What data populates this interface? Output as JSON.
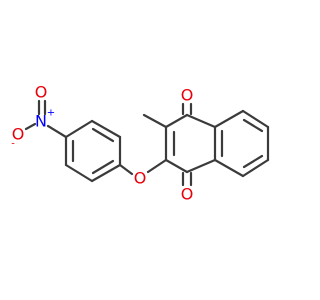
{
  "molecule": {
    "atoms": {
      "oxygen_top": {
        "symbol": "O",
        "color": "#e8000b"
      },
      "oxygen_bottom": {
        "symbol": "O",
        "color": "#e8000b"
      },
      "oxygen_ether": {
        "symbol": "O",
        "color": "#e8000b"
      },
      "nitrogen": {
        "symbol": "N",
        "color": "#0000ff",
        "charge": "+"
      },
      "oxygen_nitro_up": {
        "symbol": "O",
        "color": "#e8000b"
      },
      "oxygen_nitro_left": {
        "symbol": "O",
        "color": "#e8000b",
        "charge": "-"
      }
    },
    "bond_color": "#3b3b3b"
  }
}
